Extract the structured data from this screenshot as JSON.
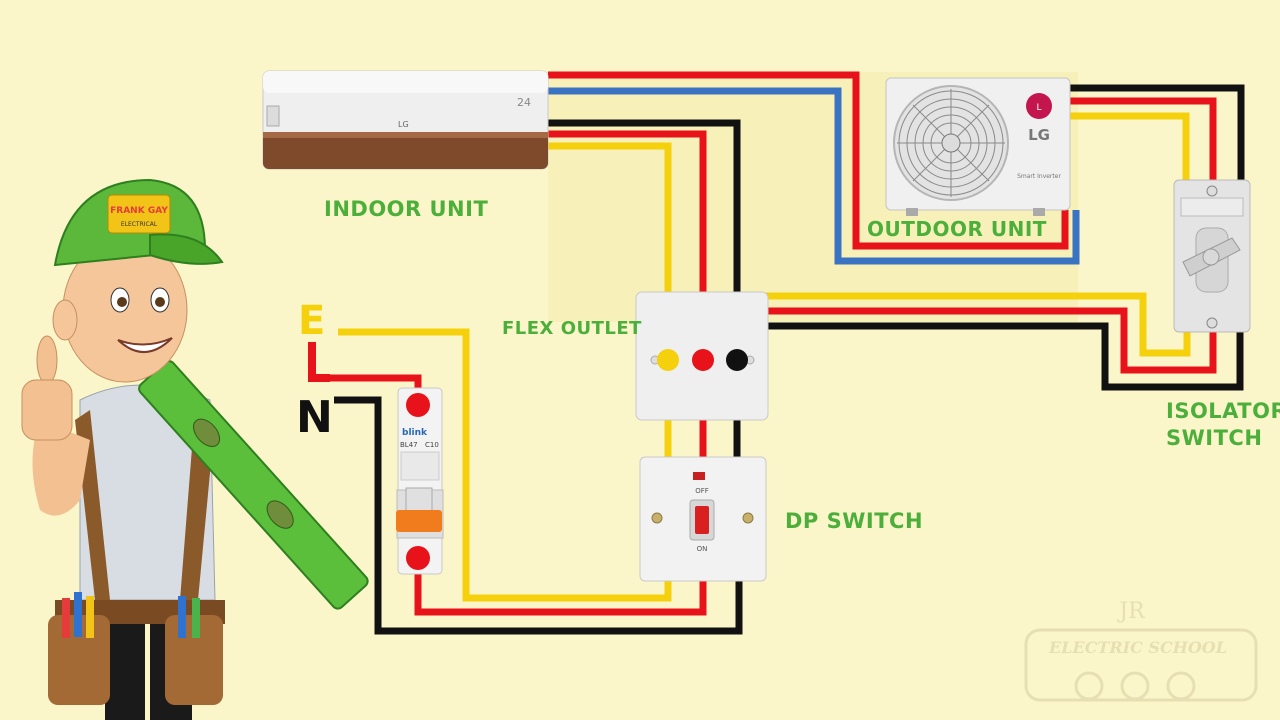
{
  "labels": {
    "indoor_unit": "INDOOR UNIT",
    "outdoor_unit": "OUTDOOR UNIT",
    "flex_outlet": "FLEX OUTLET",
    "dp_switch": "DP SWITCH",
    "isolator_line1": "ISOLATOR",
    "isolator_line2": "SWITCH",
    "earth": "E",
    "live": "L",
    "neutral": "N"
  },
  "indoor": {
    "display": "24",
    "brand": "LG"
  },
  "outdoor": {
    "brand": "LG",
    "subtitle": "Smart Inverter"
  },
  "breaker": {
    "brand": "blink",
    "model": "BL47",
    "rating": "C10"
  },
  "dp_switch_face": {
    "off": "OFF",
    "on": "ON"
  },
  "mascot": {
    "cap_text": "FRANK GAY",
    "cap_sub": "ELECTRICAL"
  },
  "watermark": {
    "initials": "JR",
    "text": "ELECTRIC SCHOOL"
  },
  "colors": {
    "background": "#fbf6c9",
    "live": "#e8121a",
    "neutral": "#111111",
    "earth": "#f4d10c",
    "comm": "#3a73c2",
    "label": "#4caf3c"
  }
}
